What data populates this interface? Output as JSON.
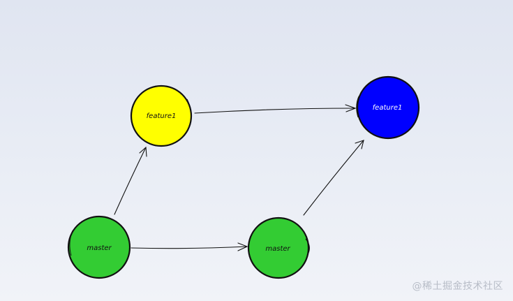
{
  "diagram": {
    "nodes": [
      {
        "id": "feature1-a",
        "label": "feature1",
        "fill": "#ffff00",
        "text_color": "#111111"
      },
      {
        "id": "feature1-b",
        "label": "feature1",
        "fill": "#0000ff",
        "text_color": "#ffffff"
      },
      {
        "id": "master-a",
        "label": "master",
        "fill": "#33cc33",
        "text_color": "#111111"
      },
      {
        "id": "master-b",
        "label": "master",
        "fill": "#33cc33",
        "text_color": "#111111"
      }
    ],
    "edges": [
      {
        "from": "master-a",
        "to": "feature1-a"
      },
      {
        "from": "feature1-a",
        "to": "feature1-b"
      },
      {
        "from": "master-a",
        "to": "master-b"
      },
      {
        "from": "master-b",
        "to": "feature1-b"
      }
    ],
    "stroke_color": "#111111"
  },
  "watermark": "@稀土掘金技术社区"
}
